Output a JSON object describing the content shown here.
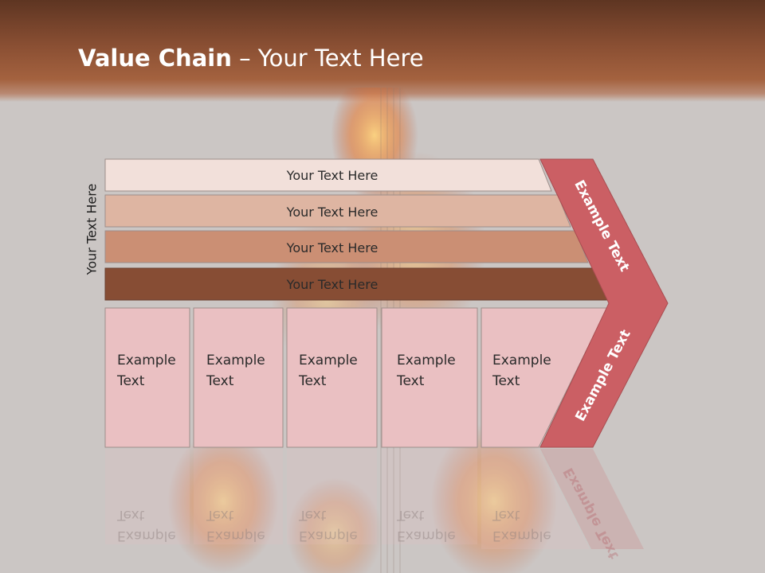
{
  "slide": {
    "title_bold": "Value Chain",
    "title_rest": " – Your Text Here",
    "side_label": "Your Text Here"
  },
  "support_bars": [
    {
      "label": "Your Text Here",
      "color": "#f2e0da"
    },
    {
      "label": "Your Text Here",
      "color": "#deb5a2"
    },
    {
      "label": "Your Text Here",
      "color": "#cb8f74"
    },
    {
      "label": "Your Text Here",
      "color": "#874d34"
    }
  ],
  "primary_cells": [
    {
      "line1": "Example",
      "line2": "Text"
    },
    {
      "line1": "Example",
      "line2": "Text"
    },
    {
      "line1": "Example",
      "line2": "Text"
    },
    {
      "line1": "Example",
      "line2": "Text"
    },
    {
      "line1": "Example",
      "line2": "Text"
    }
  ],
  "margin_chevron": {
    "top_label": "Example Text",
    "bottom_label": "Example Text",
    "color": "#cb5f64"
  },
  "colors": {
    "header_dark": "#5e3522",
    "header_mid": "#a4623f",
    "background": "#cbc6c4",
    "cell_fill": "#eac0c2"
  }
}
